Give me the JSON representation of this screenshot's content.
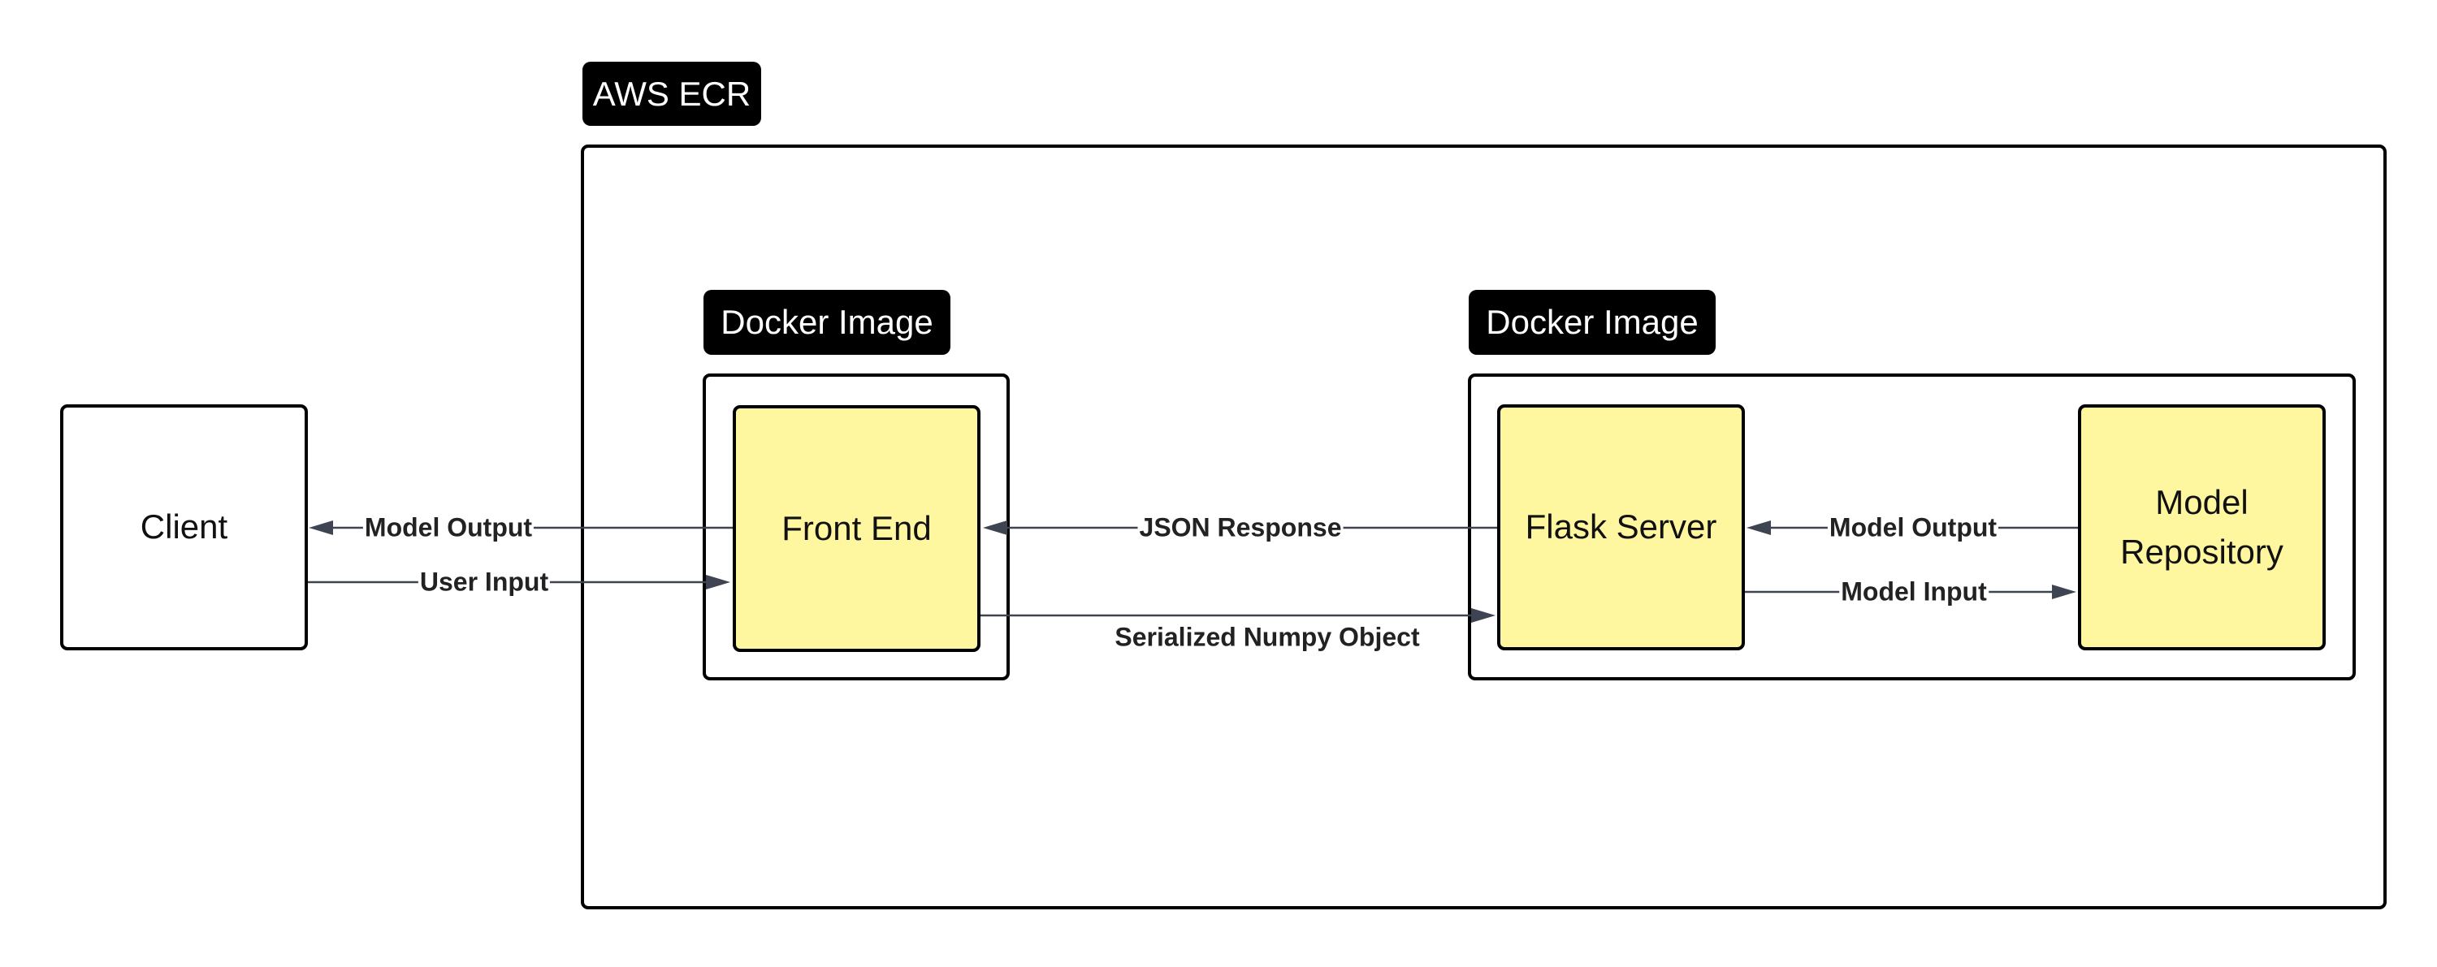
{
  "containers": {
    "ecr_label": "AWS ECR",
    "docker_left_label": "Docker Image",
    "docker_right_label": "Docker Image"
  },
  "nodes": {
    "client": "Client",
    "front_end": "Front End",
    "flask_server": "Flask Server",
    "model_repository": "Model Repository"
  },
  "edges": {
    "frontend_to_client": "Model Output",
    "client_to_frontend": "User Input",
    "flask_to_frontend": "JSON Response",
    "frontend_to_flask": "Serialized Numpy Object",
    "repo_to_flask": "Model Output",
    "flask_to_repo": "Model Input"
  },
  "colors": {
    "node_fill": "#fff79f",
    "border": "#000000",
    "edge": "#3f4452",
    "tag_fill": "#000000",
    "tag_text": "#ffffff"
  }
}
